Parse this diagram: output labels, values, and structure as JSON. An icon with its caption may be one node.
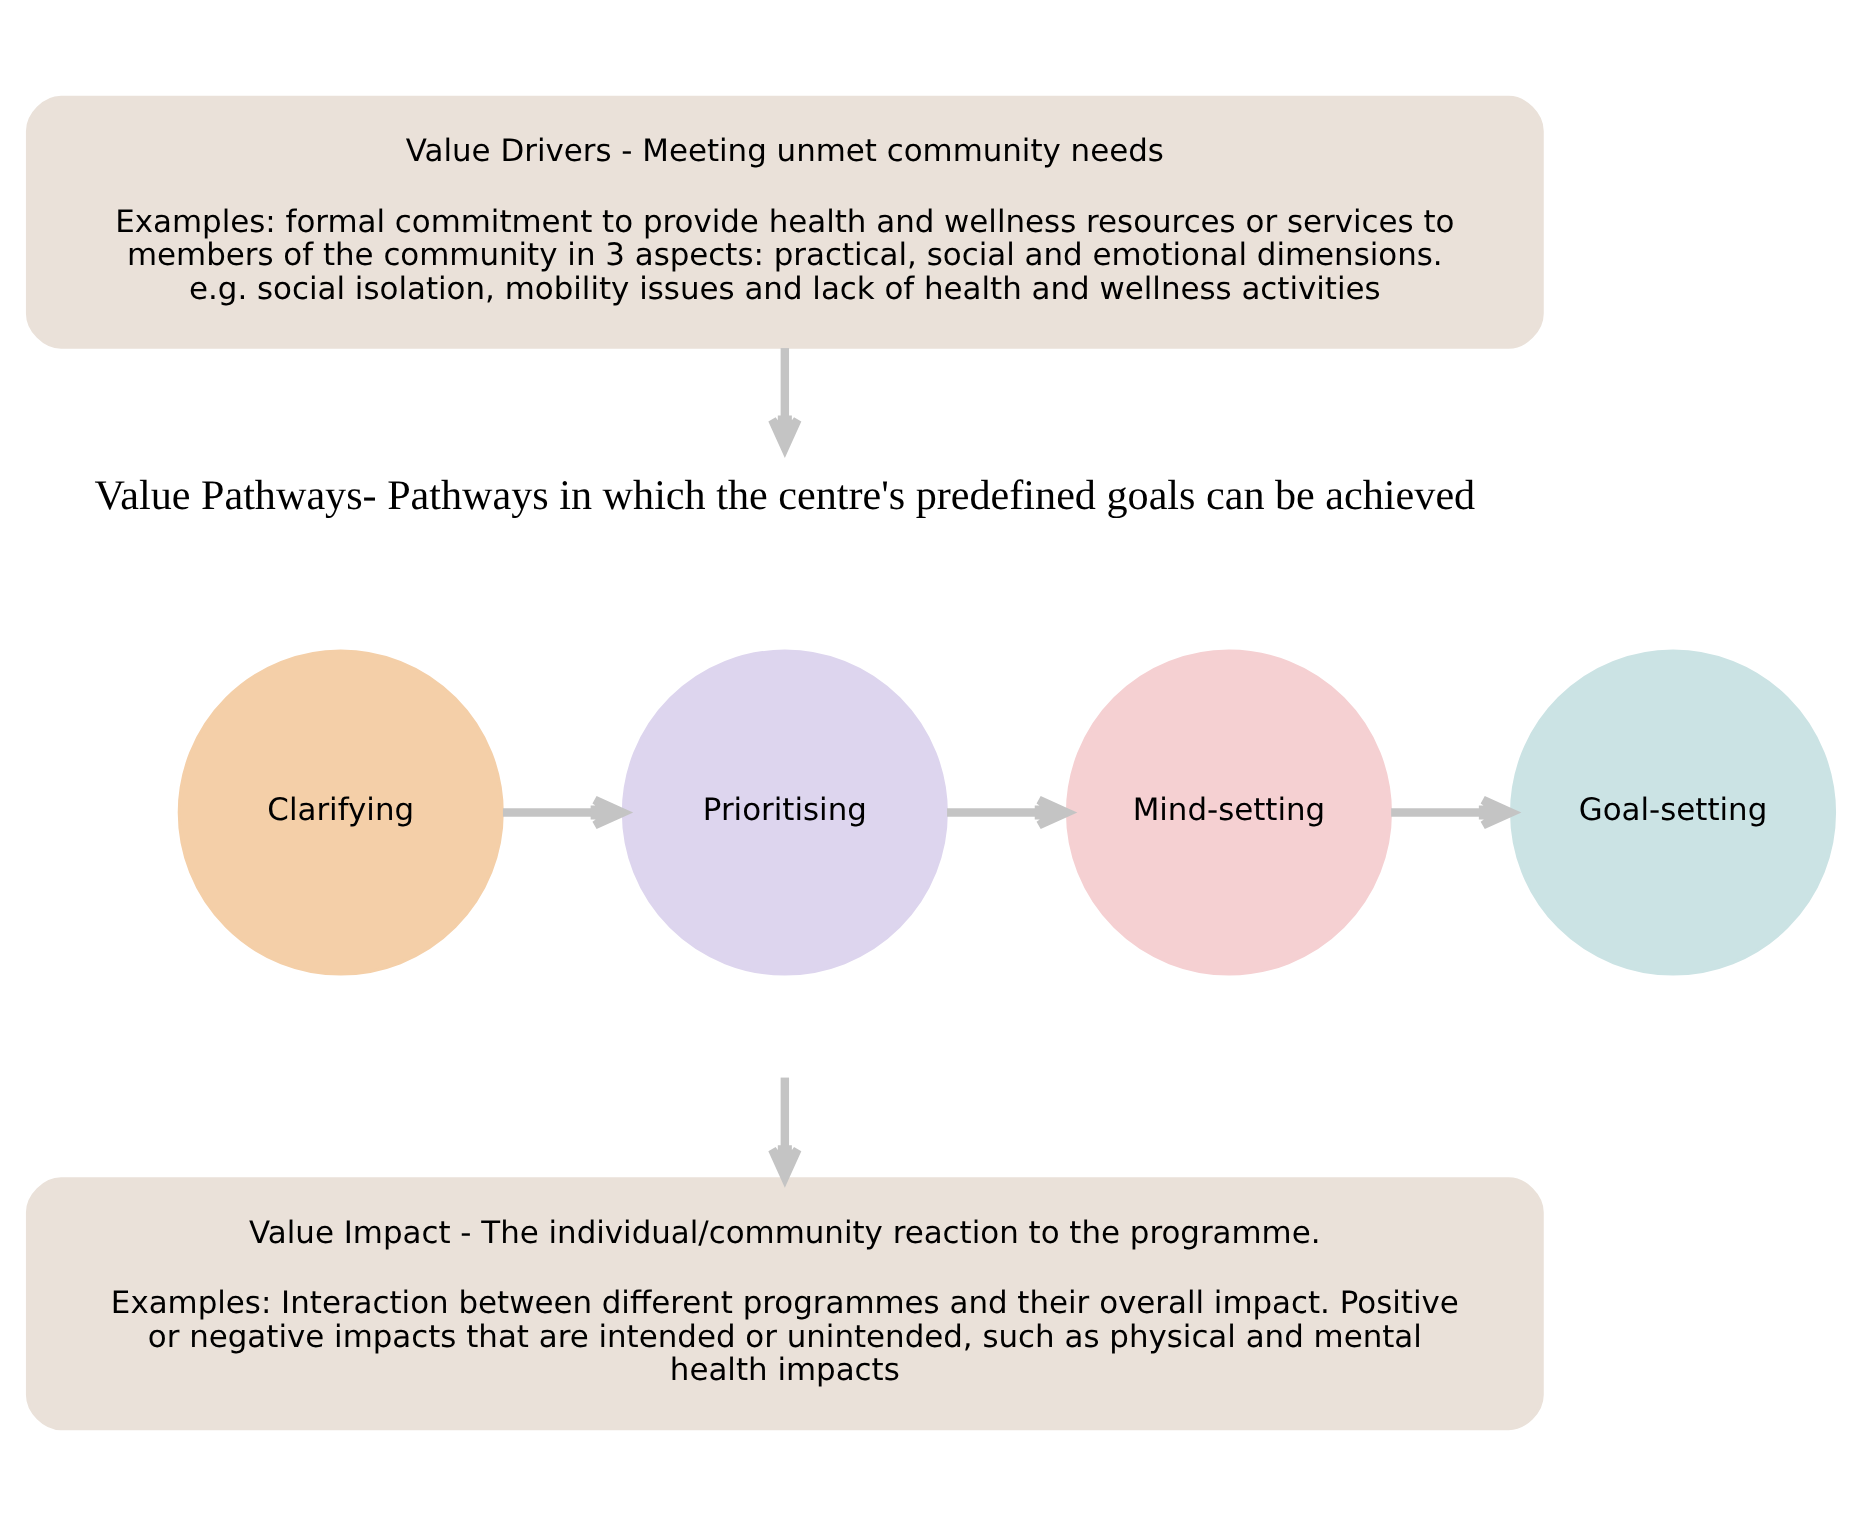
{
  "diagram": {
    "nodes": [
      {
        "text": [
          "Value Drivers - Meeting unmet community needs",
          "Examples: formal commitment to provide health and wellness resources or services to members of the community in 3 aspects: practical, social and emotional dimensions. e.g. social isolation, mobility issues and lack of health and wellness activities"
        ]
      },
      {
        "text": [
          "Value Pathways- Pathways in which the centre's predefined goals can be achieved"
        ]
      },
      {
        "text": [
          "Clarifying"
        ]
      },
      {
        "text": [
          "Prioritising"
        ]
      },
      {
        "text": [
          "Mind-setting"
        ]
      },
      {
        "text": [
          "Goal-setting"
        ]
      },
      {
        "text": [
          "Value Impact - The individual/community reaction to the programme.",
          "Examples: Interaction between different programmes and their overall impact. Positive or negative impacts that are intended or unintended, such as physical and mental health impacts"
        ]
      }
    ],
    "edges": [
      {
        "from": 0,
        "to": 1,
        "arrow": "to"
      },
      {
        "from": 2,
        "to": 3,
        "arrow": "to"
      },
      {
        "from": 3,
        "to": 4,
        "arrow": "to"
      },
      {
        "from": 4,
        "to": 5,
        "arrow": "to"
      },
      {
        "from": null,
        "to": 6,
        "arrow": "to"
      }
    ]
  }
}
